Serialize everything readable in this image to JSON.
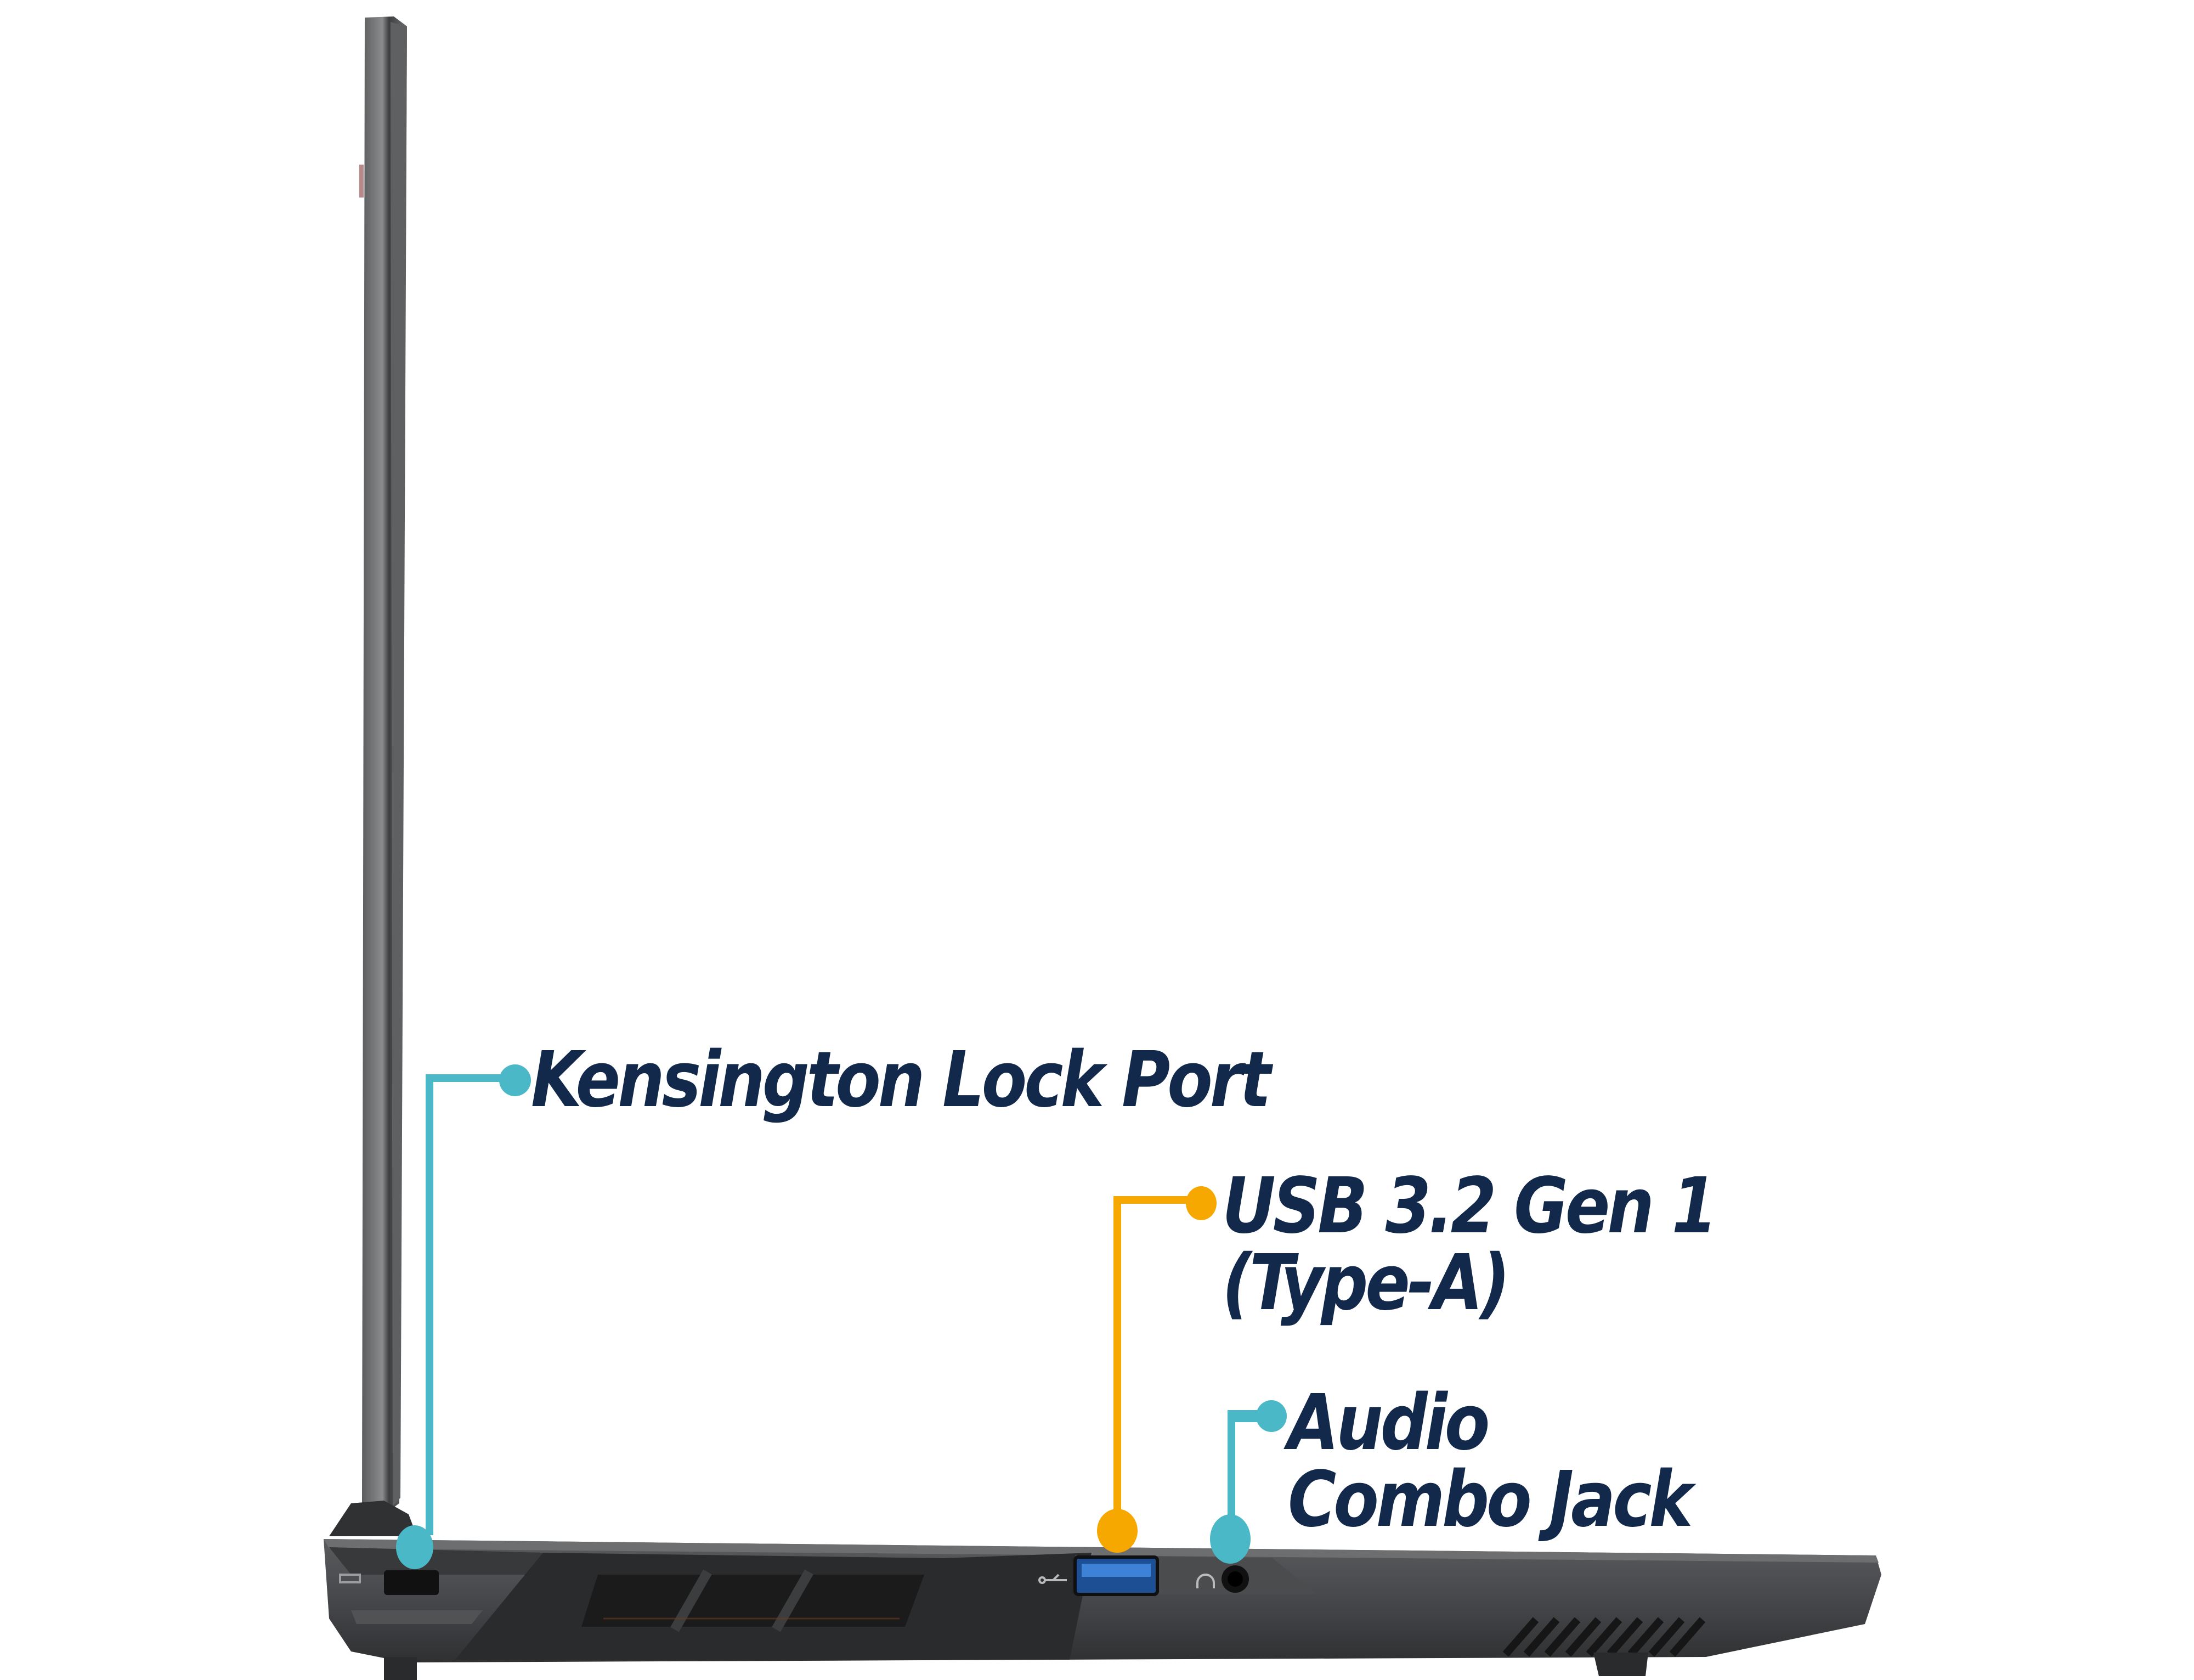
{
  "figure": {
    "subject": "Laptop left side view with port callouts",
    "colors": {
      "label_text": "#13294b",
      "callout_teal": "#4bb8c8",
      "callout_orange": "#f7a800",
      "chassis_dark": "#3a3c3e",
      "chassis_mid": "#4e5052",
      "vent_black": "#1a1a1a",
      "usb_blue": "#2d6fc4",
      "background": "#ffffff"
    }
  },
  "callouts": [
    {
      "id": "kensington",
      "label": "Kensington Lock Port",
      "color": "teal"
    },
    {
      "id": "usb",
      "label_line1": "USB 3.2 Gen 1",
      "label_line2": "(Type-A)",
      "color": "orange"
    },
    {
      "id": "audio",
      "label_line1": "Audio",
      "label_line2": "Combo Jack",
      "color": "teal"
    }
  ],
  "ports": [
    {
      "name": "Kensington Lock Port",
      "icon": "lock-slot-icon"
    },
    {
      "name": "USB 3.2 Gen 1 (Type-A)",
      "icon": "usb-icon"
    },
    {
      "name": "Audio Combo Jack",
      "icon": "headphone-icon"
    }
  ]
}
